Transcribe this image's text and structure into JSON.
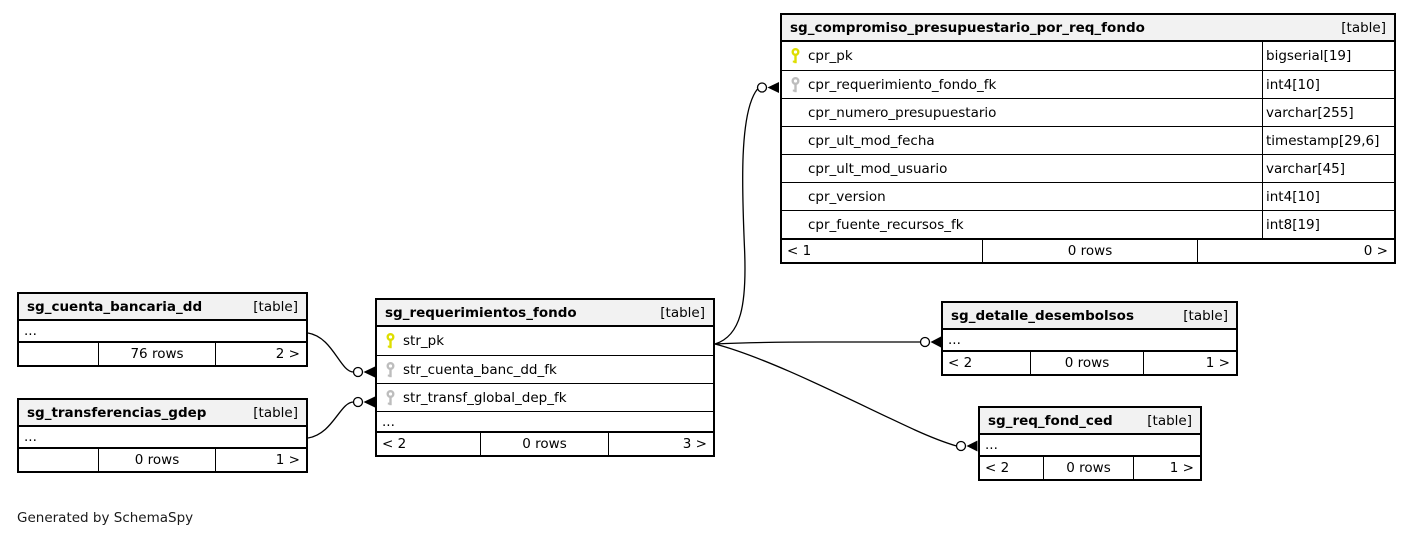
{
  "note": "Generated by SchemaSpy",
  "colors": {
    "header_bg": "#f2f2f2",
    "border": "#000000",
    "pk_key": "#dede00",
    "fk_key": "#bdbdbd",
    "line": "#000000"
  },
  "tables": {
    "compromiso": {
      "title": "sg_compromiso_presupuestario_por_req_fondo",
      "badge": "[table]",
      "columns": [
        {
          "name": "cpr_pk",
          "type": "bigserial[19]",
          "key": "pk"
        },
        {
          "name": "cpr_requerimiento_fondo_fk",
          "type": "int4[10]",
          "key": "fk"
        },
        {
          "name": "cpr_numero_presupuestario",
          "type": "varchar[255]",
          "key": ""
        },
        {
          "name": "cpr_ult_mod_fecha",
          "type": "timestamp[29,6]",
          "key": ""
        },
        {
          "name": "cpr_ult_mod_usuario",
          "type": "varchar[45]",
          "key": ""
        },
        {
          "name": "cpr_version",
          "type": "int4[10]",
          "key": ""
        },
        {
          "name": "cpr_fuente_recursos_fk",
          "type": "int8[19]",
          "key": ""
        }
      ],
      "footer": {
        "left": "< 1",
        "center": "0 rows",
        "right": "0 >"
      }
    },
    "cuenta": {
      "title": "sg_cuenta_bancaria_dd",
      "badge": "[table]",
      "ellipsis": "...",
      "footer": {
        "left": "",
        "center": "76 rows",
        "right": "2 >"
      }
    },
    "transferencias": {
      "title": "sg_transferencias_gdep",
      "badge": "[table]",
      "ellipsis": "...",
      "footer": {
        "left": "",
        "center": "0 rows",
        "right": "1 >"
      }
    },
    "requerimientos": {
      "title": "sg_requerimientos_fondo",
      "badge": "[table]",
      "columns": [
        {
          "name": "str_pk",
          "key": "pk"
        },
        {
          "name": "str_cuenta_banc_dd_fk",
          "key": "fk"
        },
        {
          "name": "str_transf_global_dep_fk",
          "key": "fk"
        }
      ],
      "ellipsis": "...",
      "footer": {
        "left": "< 2",
        "center": "0 rows",
        "right": "3 >"
      }
    },
    "detalle": {
      "title": "sg_detalle_desembolsos",
      "badge": "[table]",
      "ellipsis": "...",
      "footer": {
        "left": "< 2",
        "center": "0 rows",
        "right": "1 >"
      }
    },
    "ced": {
      "title": "sg_req_fond_ced",
      "badge": "[table]",
      "ellipsis": "...",
      "footer": {
        "left": "< 2",
        "center": "0 rows",
        "right": "1 >"
      }
    }
  }
}
